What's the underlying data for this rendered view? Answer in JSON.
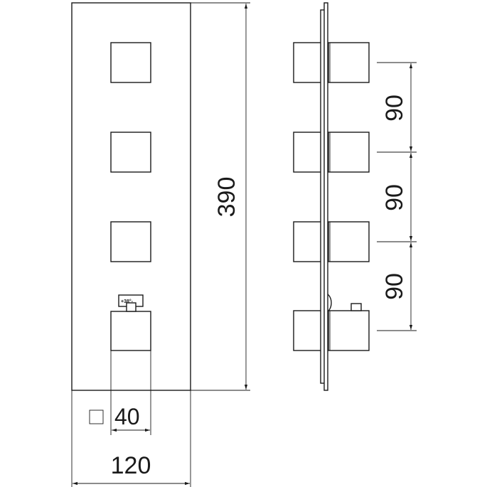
{
  "drawing": {
    "front_view": {
      "height_label": "390",
      "width_label": "120",
      "knob_size_label": "40",
      "square_symbol": "□",
      "temperature_label": "+38°-"
    },
    "side_view": {
      "spacing_labels": [
        "90",
        "90",
        "90"
      ]
    }
  }
}
